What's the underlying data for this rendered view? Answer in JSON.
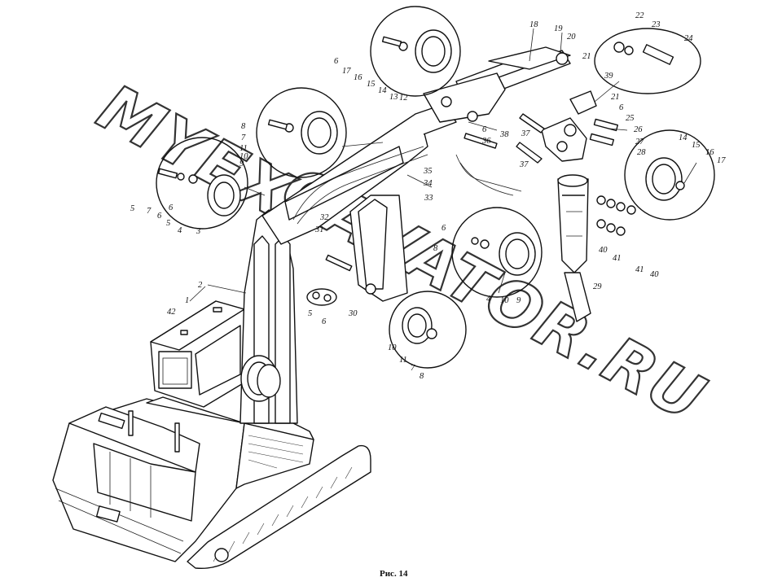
{
  "caption": "Рис. 14",
  "watermark": {
    "line1": "MYEX",
    "line2": "CAVATOR.RU"
  },
  "callouts": [
    {
      "id": "c1",
      "text": "1"
    },
    {
      "id": "c42",
      "text": "42"
    },
    {
      "id": "c2",
      "text": "2"
    },
    {
      "id": "c3",
      "text": "3"
    },
    {
      "id": "c4",
      "text": "4"
    },
    {
      "id": "c5a",
      "text": "5"
    },
    {
      "id": "c6a",
      "text": "6"
    },
    {
      "id": "c7a",
      "text": "7"
    },
    {
      "id": "c5b",
      "text": "5"
    },
    {
      "id": "c6b",
      "text": "6"
    },
    {
      "id": "c8a",
      "text": "8"
    },
    {
      "id": "c9a",
      "text": "9"
    },
    {
      "id": "c10a",
      "text": "10"
    },
    {
      "id": "c11a",
      "text": "11"
    },
    {
      "id": "c7b",
      "text": "7"
    },
    {
      "id": "c6c",
      "text": "6"
    },
    {
      "id": "c17a",
      "text": "17"
    },
    {
      "id": "c16a",
      "text": "16"
    },
    {
      "id": "c15a",
      "text": "15"
    },
    {
      "id": "c14a",
      "text": "14"
    },
    {
      "id": "c13",
      "text": "13"
    },
    {
      "id": "c12",
      "text": "12"
    },
    {
      "id": "c18",
      "text": "18"
    },
    {
      "id": "c19",
      "text": "19"
    },
    {
      "id": "c20",
      "text": "20"
    },
    {
      "id": "c21a",
      "text": "21"
    },
    {
      "id": "c22",
      "text": "22"
    },
    {
      "id": "c23",
      "text": "23"
    },
    {
      "id": "c24",
      "text": "24"
    },
    {
      "id": "c39",
      "text": "39"
    },
    {
      "id": "c21b",
      "text": "21"
    },
    {
      "id": "c6d",
      "text": "6"
    },
    {
      "id": "c25",
      "text": "25"
    },
    {
      "id": "c26",
      "text": "26"
    },
    {
      "id": "c27",
      "text": "27"
    },
    {
      "id": "c28",
      "text": "28"
    },
    {
      "id": "c38",
      "text": "38"
    },
    {
      "id": "c6e",
      "text": "6"
    },
    {
      "id": "c36",
      "text": "36"
    },
    {
      "id": "c37a",
      "text": "37"
    },
    {
      "id": "c37b",
      "text": "37"
    },
    {
      "id": "c35",
      "text": "35"
    },
    {
      "id": "c34",
      "text": "34"
    },
    {
      "id": "c33",
      "text": "33"
    },
    {
      "id": "c32",
      "text": "32"
    },
    {
      "id": "c31",
      "text": "31"
    },
    {
      "id": "c14b",
      "text": "14"
    },
    {
      "id": "c15b",
      "text": "15"
    },
    {
      "id": "c16b",
      "text": "16"
    },
    {
      "id": "c17b",
      "text": "17"
    },
    {
      "id": "c40a",
      "text": "40"
    },
    {
      "id": "c41a",
      "text": "41"
    },
    {
      "id": "c41b",
      "text": "41"
    },
    {
      "id": "c40b",
      "text": "40"
    },
    {
      "id": "c29",
      "text": "29"
    },
    {
      "id": "c6f",
      "text": "6"
    },
    {
      "id": "c8b",
      "text": "8"
    },
    {
      "id": "c4b",
      "text": "4"
    },
    {
      "id": "c10b",
      "text": "10"
    },
    {
      "id": "c9b",
      "text": "9"
    },
    {
      "id": "c5c",
      "text": "5"
    },
    {
      "id": "c6g",
      "text": "6"
    },
    {
      "id": "c30",
      "text": "30"
    },
    {
      "id": "c10c",
      "text": "10"
    },
    {
      "id": "c11b",
      "text": "11"
    },
    {
      "id": "c7c",
      "text": "7"
    },
    {
      "id": "c8c",
      "text": "8"
    }
  ]
}
